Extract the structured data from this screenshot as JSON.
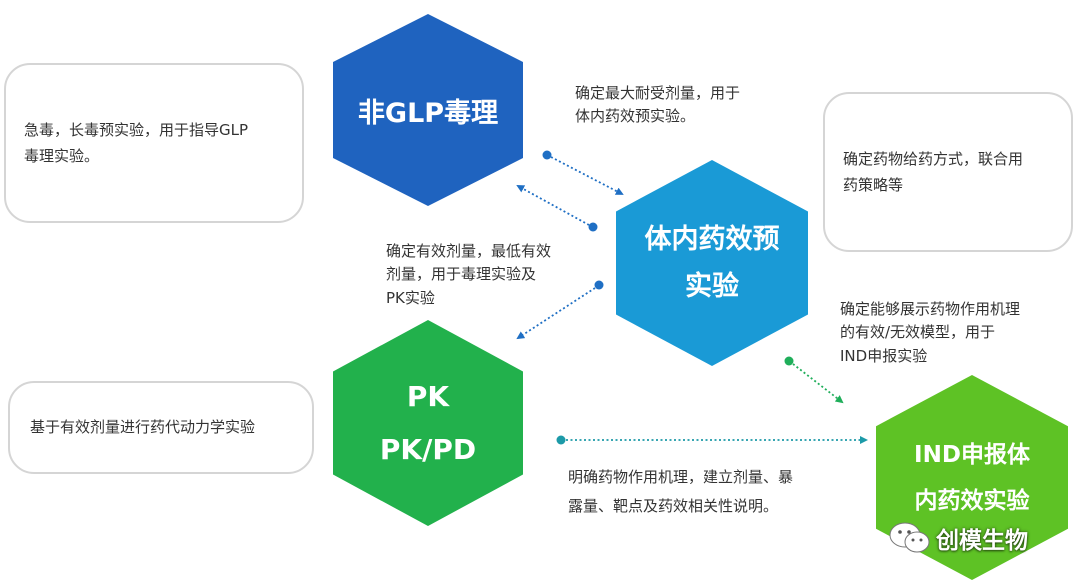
{
  "nodes": {
    "non_glp": {
      "lines": [
        "非GLP毒理"
      ],
      "color": "#1f63bf"
    },
    "in_vivo": {
      "lines": [
        "体内药效预",
        "实验"
      ],
      "color": "#1a9ad6"
    },
    "pk": {
      "lines": [
        "PK",
        "PK/PD"
      ],
      "color": "#22b14c"
    },
    "ind": {
      "lines": [
        "IND申报体",
        "内药效实验"
      ],
      "color": "#5ec225"
    }
  },
  "boxes": {
    "acute_tox": {
      "lines": [
        "急毒，长毒预实验，用于指导GLP",
        "毒理实验。"
      ]
    },
    "admin_route": {
      "lines": [
        "确定药物给药方式，联合用",
        "药策略等"
      ]
    },
    "pk_basis": {
      "lines": [
        "基于有效剂量进行药代动力学实验"
      ]
    }
  },
  "notes": {
    "mtd": {
      "lines": [
        "确定最大耐受剂量，用于",
        "体内药效预实验。"
      ]
    },
    "effective_dose": {
      "lines": [
        "确定有效剂量，最低有效",
        "剂量，用于毒理实验及",
        "PK实验"
      ]
    },
    "model": {
      "lines": [
        "确定能够展示药物作用机理",
        "的有效/无效模型，用于",
        "IND申报实验"
      ]
    },
    "mechanism": {
      "lines": [
        "明确药物作用机理，建立剂量、暴",
        "露量、靶点及药效相关性说明。"
      ]
    }
  },
  "watermark": {
    "text": "创模生物"
  },
  "colors": {
    "arrow_blue": "#1f6fc4",
    "arrow_green": "#1fae5a",
    "arrow_teal": "#1c9aa8"
  }
}
